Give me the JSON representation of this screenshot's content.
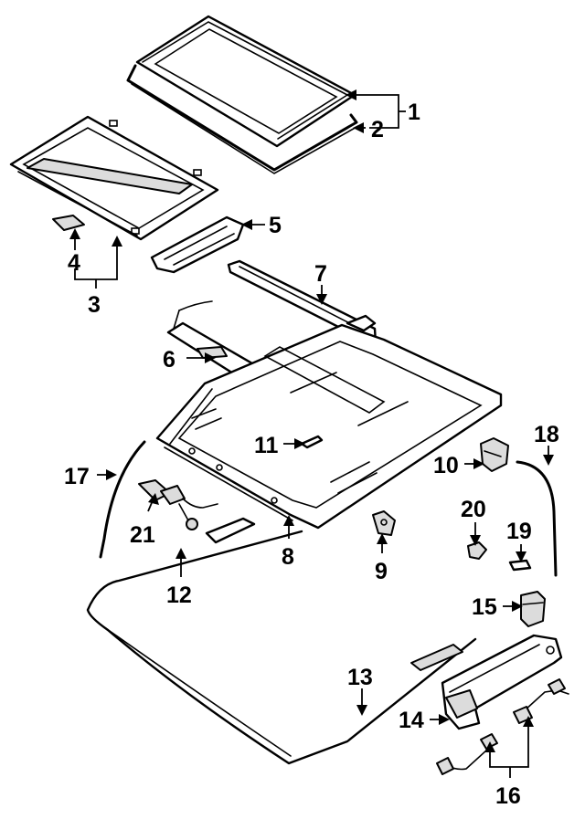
{
  "callouts": [
    {
      "id": "c1",
      "label": "1"
    },
    {
      "id": "c2",
      "label": "2"
    },
    {
      "id": "c3",
      "label": "3"
    },
    {
      "id": "c4",
      "label": "4"
    },
    {
      "id": "c5",
      "label": "5"
    },
    {
      "id": "c6",
      "label": "6"
    },
    {
      "id": "c7",
      "label": "7"
    },
    {
      "id": "c8",
      "label": "8"
    },
    {
      "id": "c9",
      "label": "9"
    },
    {
      "id": "c10",
      "label": "10"
    },
    {
      "id": "c11",
      "label": "11"
    },
    {
      "id": "c12",
      "label": "12"
    },
    {
      "id": "c13",
      "label": "13"
    },
    {
      "id": "c14",
      "label": "14"
    },
    {
      "id": "c15",
      "label": "15"
    },
    {
      "id": "c16",
      "label": "16"
    },
    {
      "id": "c17",
      "label": "17"
    },
    {
      "id": "c18",
      "label": "18"
    },
    {
      "id": "c19",
      "label": "19"
    },
    {
      "id": "c20",
      "label": "20"
    },
    {
      "id": "c21",
      "label": "21"
    }
  ],
  "colors": {
    "ink": "#000000",
    "paper": "#ffffff",
    "shade": "#dcdcdc"
  }
}
